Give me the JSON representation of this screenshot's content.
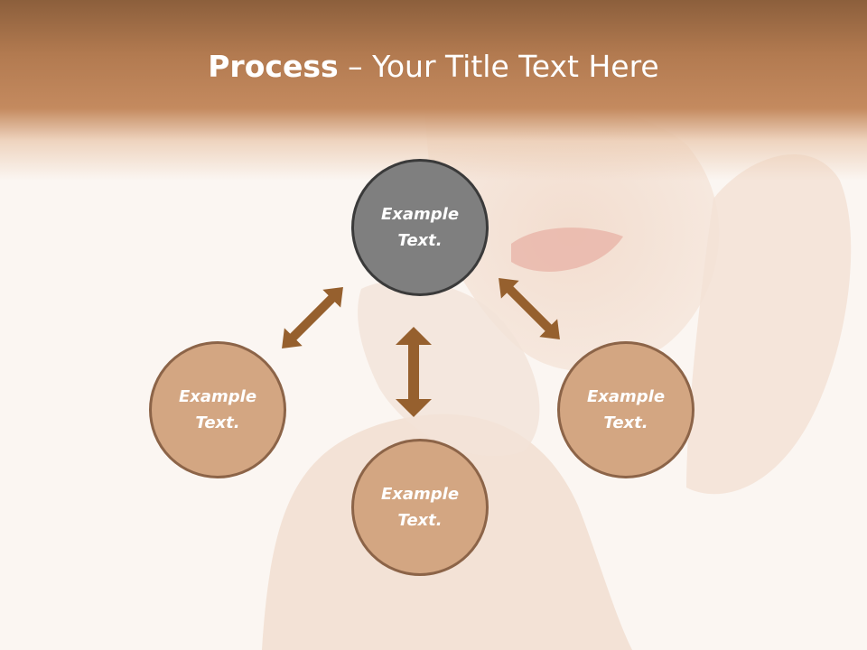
{
  "title": {
    "bold": "Process",
    "rest": " – Your Title Text Here"
  },
  "nodes": [
    {
      "line1": "Example",
      "line2": "Text."
    },
    {
      "line1": "Example",
      "line2": "Text."
    },
    {
      "line1": "Example",
      "line2": "Text."
    },
    {
      "line1": "Example",
      "line2": "Text."
    }
  ],
  "colors": {
    "header": "#b27a50",
    "top_node": "#7f7f7f",
    "other_nodes": "#d3a682",
    "arrow": "#96602e"
  }
}
